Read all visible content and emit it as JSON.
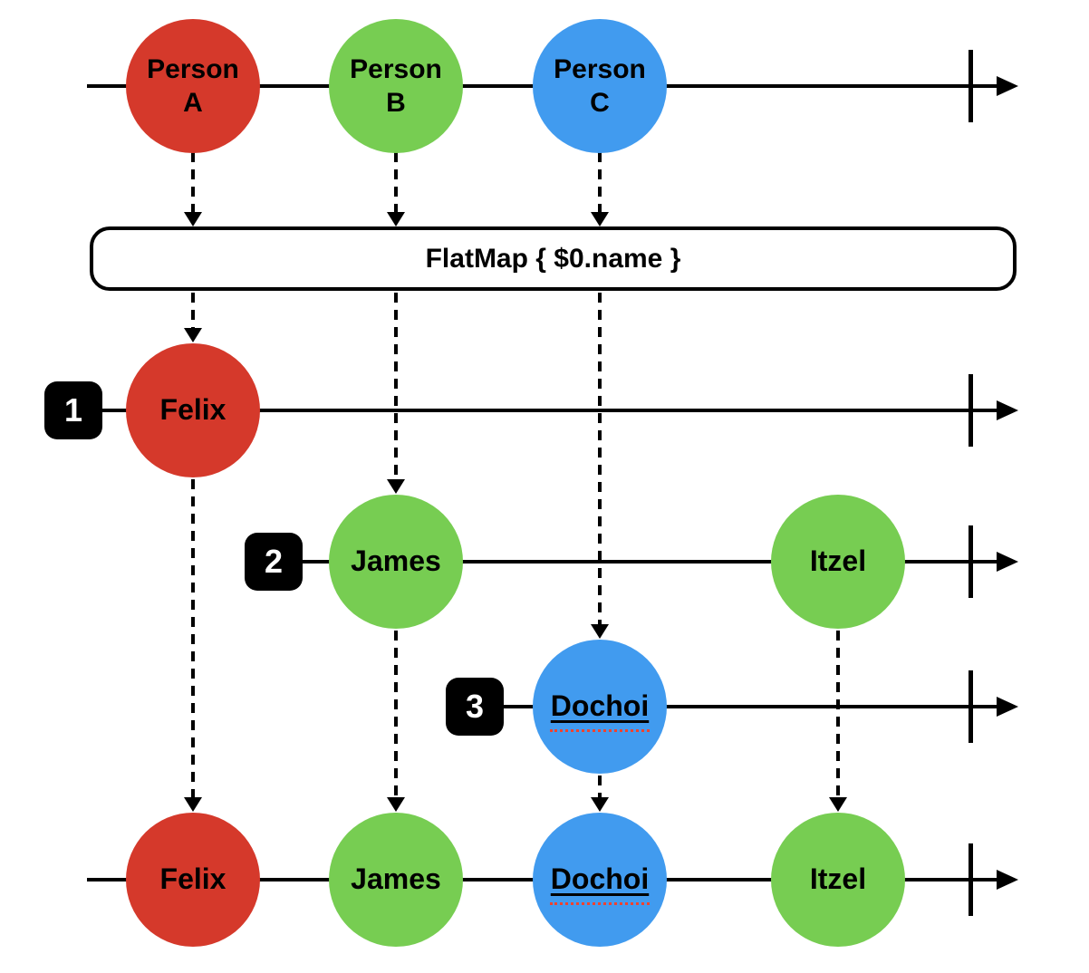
{
  "colors": {
    "red": "#D5392B",
    "green": "#77CD52",
    "blue": "#419BEF",
    "line": "#000000",
    "badge_background": "#000000",
    "badge_text": "#FFFFFF",
    "misspell_underline": "#EE4330"
  },
  "operator": {
    "label": "FlatMap { $0.name }"
  },
  "source_timeline": {
    "events": [
      {
        "line1": "Person",
        "line2": "A",
        "color": "#D5392B"
      },
      {
        "line1": "Person",
        "line2": "B",
        "color": "#77CD52"
      },
      {
        "line1": "Person",
        "line2": "C",
        "color": "#419BEF"
      }
    ]
  },
  "inner_timelines": [
    {
      "badge": "1",
      "events": [
        {
          "name": "Felix",
          "color": "#D5392B"
        }
      ]
    },
    {
      "badge": "2",
      "events": [
        {
          "name": "James",
          "color": "#77CD52"
        },
        {
          "name": "Itzel",
          "color": "#77CD52"
        }
      ]
    },
    {
      "badge": "3",
      "events": [
        {
          "name": "Dochoi",
          "color": "#419BEF",
          "misspelled": true
        }
      ]
    }
  ],
  "output_timeline": {
    "events": [
      {
        "name": "Felix",
        "color": "#D5392B"
      },
      {
        "name": "James",
        "color": "#77CD52"
      },
      {
        "name": "Dochoi",
        "color": "#419BEF",
        "misspelled": true
      },
      {
        "name": "Itzel",
        "color": "#77CD52"
      }
    ]
  }
}
